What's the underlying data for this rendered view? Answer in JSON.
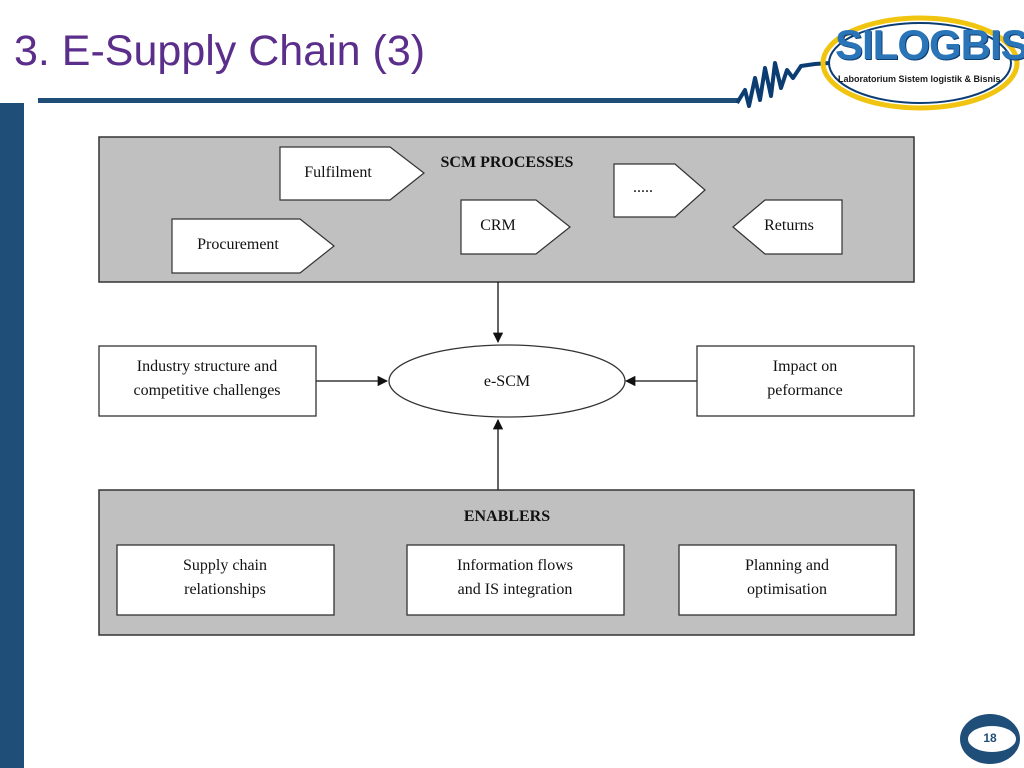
{
  "slide": {
    "title": "3. E-Supply Chain (3)",
    "page_number": "18"
  },
  "logo": {
    "wordmark": "SILOGBIS",
    "caption": "Laboratorium Sistem logistik & Bisnis"
  },
  "diagram": {
    "processes": {
      "heading": "SCM PROCESSES",
      "items": [
        "Fulfilment",
        "Procurement",
        "CRM",
        ".....",
        "Returns"
      ]
    },
    "center": "e-SCM",
    "left_box": [
      "Industry structure and",
      "competitive challenges"
    ],
    "right_box": [
      "Impact on",
      "peformance"
    ],
    "enablers": {
      "heading": "ENABLERS",
      "items": [
        [
          "Supply chain",
          "relationships"
        ],
        [
          "Information flows",
          "and IS integration"
        ],
        [
          "Planning and",
          "optimisation"
        ]
      ]
    }
  },
  "colors": {
    "title": "#5a2e8a",
    "accent": "#1f4e79",
    "panel": "#c0c0c0"
  }
}
